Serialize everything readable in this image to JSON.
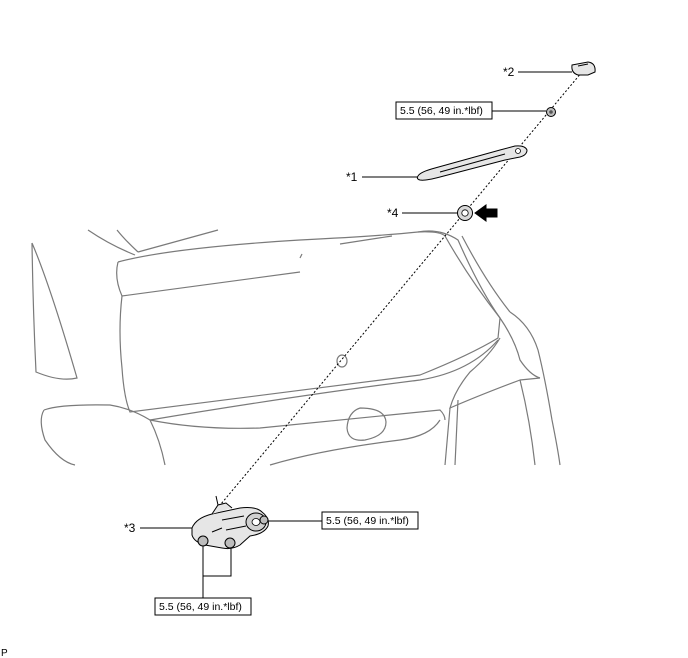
{
  "callouts": {
    "c1": "*1",
    "c2": "*2",
    "c3": "*3",
    "c4": "*4"
  },
  "torque_specs": {
    "nut_top": "5.5 (56, 49 in.*lbf)",
    "motor_right": "5.5 (56, 49 in.*lbf)",
    "motor_bottom": "5.5 (56, 49 in.*lbf)"
  },
  "corner_label": "P"
}
